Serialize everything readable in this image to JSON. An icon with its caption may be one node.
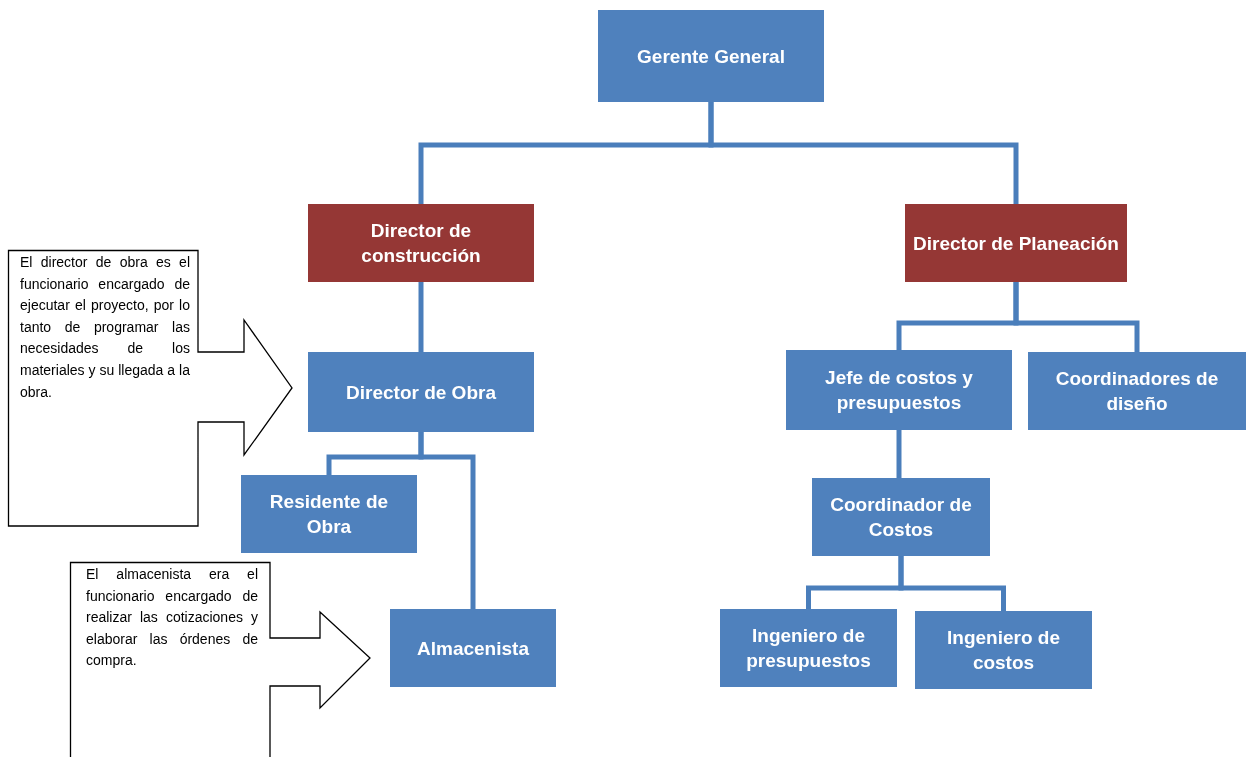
{
  "diagram": {
    "nodes": [
      {
        "text": [
          "Gerente General"
        ]
      },
      {
        "text": [
          "Director de construcción"
        ]
      },
      {
        "text": [
          "Director de Planeación"
        ]
      },
      {
        "text": [
          "Director de Obra"
        ]
      },
      {
        "text": [
          "Residente de Obra"
        ]
      },
      {
        "text": [
          "Almacenista"
        ]
      },
      {
        "text": [
          "Jefe de costos y presupuestos"
        ]
      },
      {
        "text": [
          "Coordinadores de diseño"
        ]
      },
      {
        "text": [
          "Coordinador de Costos"
        ]
      },
      {
        "text": [
          "Ingeniero de presupuestos"
        ]
      },
      {
        "text": [
          "Ingeniero de costos"
        ]
      },
      {
        "text": [
          "El director de obra es el funcionario encargado de ejecutar el proyecto, por lo tanto de programar las necesidades de los materiales y su llegada a la obra."
        ]
      },
      {
        "text": [
          "El almacenista era el funcionario encargado de realizar las cotizaciones y elaborar las órdenes de compra."
        ]
      }
    ],
    "edges": [
      {
        "from": 0,
        "to": 1,
        "arrow": "none"
      },
      {
        "from": 0,
        "to": 2,
        "arrow": "none"
      },
      {
        "from": 1,
        "to": 3,
        "arrow": "none"
      },
      {
        "from": 3,
        "to": 4,
        "arrow": "none"
      },
      {
        "from": 3,
        "to": 5,
        "arrow": "none"
      },
      {
        "from": 2,
        "to": 6,
        "arrow": "none"
      },
      {
        "from": 2,
        "to": 7,
        "arrow": "none"
      },
      {
        "from": 6,
        "to": 8,
        "arrow": "none"
      },
      {
        "from": 8,
        "to": 9,
        "arrow": "none"
      },
      {
        "from": 8,
        "to": 10,
        "arrow": "none"
      }
    ]
  }
}
